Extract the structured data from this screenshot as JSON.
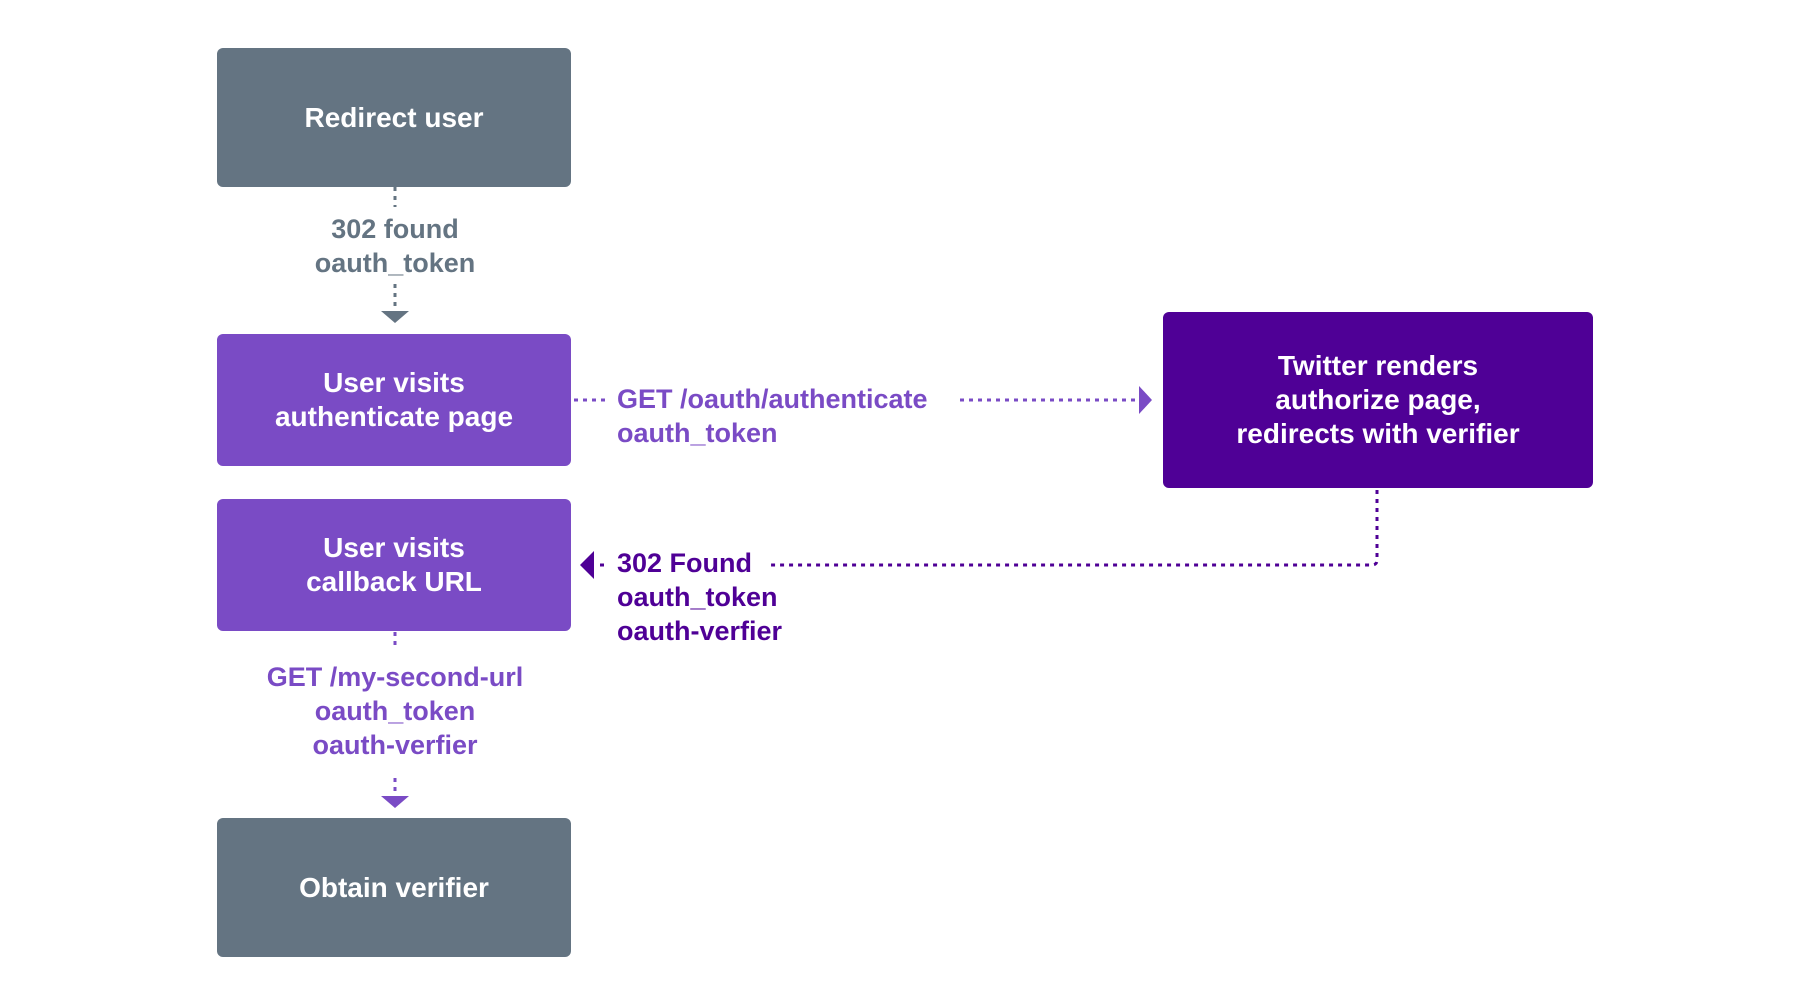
{
  "nodes": {
    "redirect_user": "Redirect user",
    "authenticate_page": "User visits\nauthenticate page",
    "callback_url": "User visits\ncallback URL",
    "twitter_renders": "Twitter renders\nauthorize page,\nredirects with verifier",
    "obtain_verifier": "Obtain verifier"
  },
  "edges": {
    "redirect_to_authenticate": {
      "line1": "302 found",
      "line2": "oauth_token"
    },
    "authenticate_to_twitter": {
      "line1": "GET /oauth/authenticate",
      "line2": "oauth_token"
    },
    "twitter_to_callback": {
      "line1": "302 Found",
      "line2": "oauth_token",
      "line3": "oauth-verfier"
    },
    "callback_to_obtain": {
      "line1": "GET /my-second-url",
      "line2": "oauth_token",
      "line3": "oauth-verfier"
    }
  },
  "colors": {
    "gray": "#647482",
    "purple": "#7a4bc5",
    "dark_purple": "#4f0096"
  }
}
